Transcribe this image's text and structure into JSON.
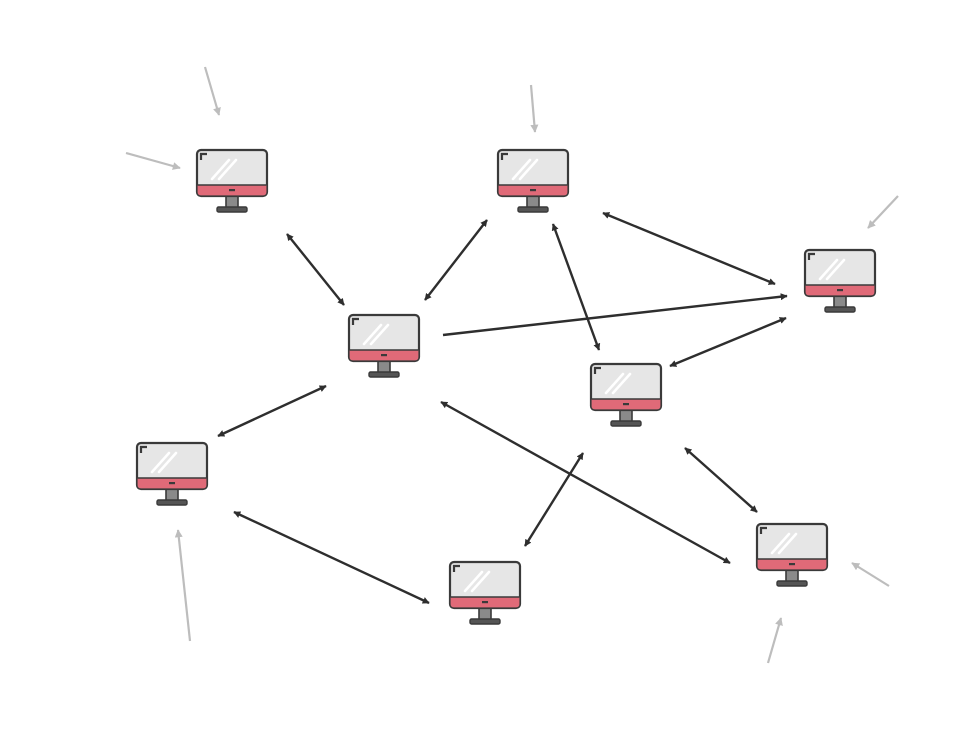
{
  "diagram": {
    "type": "peer-to-peer-network",
    "icon": "computer-monitor-icon",
    "colors": {
      "monitor_frame": "#3a3a3a",
      "monitor_screen": "#e6e6e6",
      "monitor_chin": "#e06a78",
      "monitor_glare": "#ffffff",
      "link_arrow": "#2e2e2e",
      "incoming_arrow": "#bdbdbd",
      "background": "#ffffff"
    },
    "nodes": [
      {
        "id": "node-top-left"
      },
      {
        "id": "node-top-center"
      },
      {
        "id": "node-right"
      },
      {
        "id": "node-center"
      },
      {
        "id": "node-center-right"
      },
      {
        "id": "node-left"
      },
      {
        "id": "node-bottom-center"
      },
      {
        "id": "node-bottom-right"
      }
    ],
    "links": [
      {
        "from": "node-top-left",
        "to": "node-center",
        "bidirectional": true
      },
      {
        "from": "node-center",
        "to": "node-top-center",
        "bidirectional": true
      },
      {
        "from": "node-top-center",
        "to": "node-right",
        "bidirectional": true
      },
      {
        "from": "node-center",
        "to": "node-right",
        "bidirectional": false
      },
      {
        "from": "node-top-center",
        "to": "node-center-right",
        "bidirectional": true
      },
      {
        "from": "node-center-right",
        "to": "node-right",
        "bidirectional": true
      },
      {
        "from": "node-left",
        "to": "node-center",
        "bidirectional": true
      },
      {
        "from": "node-center",
        "to": "node-bottom-right",
        "bidirectional": true
      },
      {
        "from": "node-left",
        "to": "node-bottom-center",
        "bidirectional": true
      },
      {
        "from": "node-bottom-center",
        "to": "node-center-right",
        "bidirectional": true
      },
      {
        "from": "node-center-right",
        "to": "node-bottom-right",
        "bidirectional": true
      }
    ],
    "incoming": [
      {
        "to": "node-top-left"
      },
      {
        "to": "node-top-left"
      },
      {
        "to": "node-top-center"
      },
      {
        "to": "node-right"
      },
      {
        "to": "node-left"
      },
      {
        "to": "node-bottom-right"
      },
      {
        "to": "node-bottom-right"
      }
    ]
  }
}
